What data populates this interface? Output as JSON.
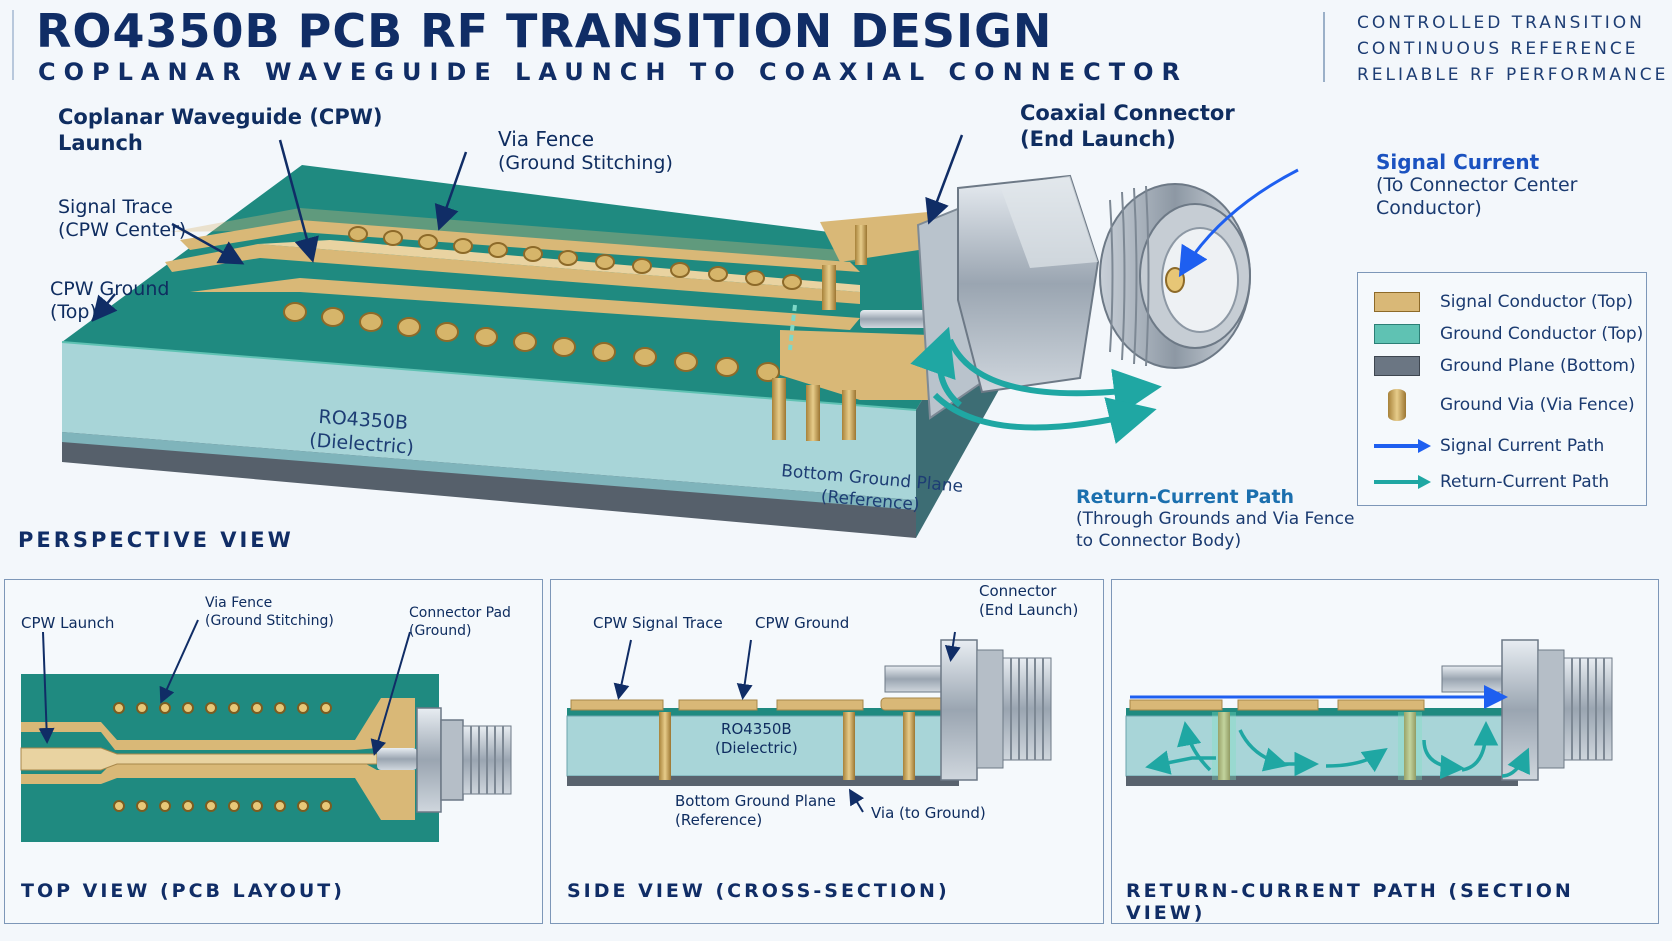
{
  "header": {
    "title": "RO4350B PCB RF TRANSITION DESIGN",
    "subtitle": "COPLANAR WAVEGUIDE LAUNCH TO COAXIAL CONNECTOR",
    "taglines": [
      "CONTROLLED TRANSITION",
      "CONTINUOUS REFERENCE",
      "RELIABLE RF PERFORMANCE"
    ]
  },
  "perspective": {
    "cpw_launch": [
      "Coplanar Waveguide (CPW)",
      "Launch"
    ],
    "via_fence": [
      "Via Fence",
      "(Ground Stitching)"
    ],
    "coax": [
      "Coaxial Connector",
      "(End Launch)"
    ],
    "signal_current": [
      "Signal Current",
      "(To Connector Center Conductor)"
    ],
    "signal_trace": [
      "Signal Trace",
      "(CPW Center)"
    ],
    "cpw_ground": [
      "CPW Ground",
      "(Top)"
    ],
    "dielectric": [
      "RO4350B",
      "(Dielectric)"
    ],
    "bottom_ground": [
      "Bottom Ground Plane",
      "(Reference)"
    ],
    "return_path": [
      "Return-Current Path",
      "(Through Grounds and Via Fence",
      "to Connector Body)"
    ],
    "view_title": "PERSPECTIVE VIEW"
  },
  "legend": {
    "items": [
      {
        "label": "Signal Conductor (Top)",
        "color": "#d9b877"
      },
      {
        "label": "Ground Conductor (Top)",
        "color": "#5fc2b3"
      },
      {
        "label": "Ground Plane (Bottom)",
        "color": "#6b7683"
      },
      {
        "label": "Ground Via (Via Fence)",
        "color": "#c9a24c"
      },
      {
        "label": "Signal Current Path",
        "color": "#1e5ff0"
      },
      {
        "label": "Return-Current Path",
        "color": "#1fa7a3"
      }
    ]
  },
  "top_view": {
    "cpw_launch": "CPW Launch",
    "via_fence": [
      "Via Fence",
      "(Ground Stitching)"
    ],
    "connector_pad": [
      "Connector Pad",
      "(Ground)"
    ],
    "title": "TOP VIEW (PCB LAYOUT)"
  },
  "side_view": {
    "signal_trace": "CPW Signal Trace",
    "cpw_ground": "CPW Ground",
    "connector": [
      "Connector",
      "(End Launch)"
    ],
    "dielectric": [
      "RO4350B",
      "(Dielectric)"
    ],
    "bottom_ground": [
      "Bottom Ground Plane",
      "(Reference)"
    ],
    "via": "Via (to Ground)",
    "title": "SIDE VIEW  (CROSS-SECTION)"
  },
  "return_view": {
    "title": "RETURN-CURRENT PATH (SECTION VIEW)"
  },
  "colors": {
    "board_top": "#1f8a80",
    "signal": "#d9b877",
    "dielectric": "#a8d5d8",
    "ground_plane": "#59636e",
    "navy": "#102d66",
    "signal_arrow": "#1e5ff0",
    "return_arrow": "#1fa7a3"
  }
}
